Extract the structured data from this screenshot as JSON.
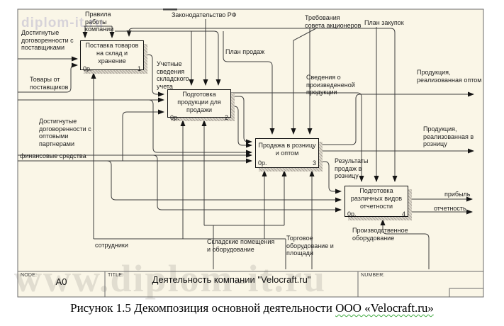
{
  "watermarks": {
    "small": "diplom-it.ru",
    "large": "www.diplom-it.ru"
  },
  "activities": [
    {
      "name": "Поставка товаров на склад и хранение",
      "cost": "0р.",
      "number": "1"
    },
    {
      "name": "Подготовка продукции для продажи",
      "cost": "0р.",
      "number": "2"
    },
    {
      "name": "Продажа в розницу и оптом",
      "cost": "0р.",
      "number": "3"
    },
    {
      "name": "Подготовка различных видов отчетности",
      "cost": "0р.",
      "number": "4"
    }
  ],
  "controls": {
    "rules": "Правила работы компании",
    "law": "Законодательство РФ",
    "board": "Требования совета акционеров",
    "procurement": "План закупок",
    "sales_plan": "План продаж"
  },
  "inputs": {
    "supplier_agreements": "Достигнутые договоренности с поставщиками",
    "supplier_goods": "Товары от поставщиков",
    "wholesale_agreements": "Достигнутые договоренности с оптовыми партнерами",
    "finances": "финансовые средства"
  },
  "outputs": {
    "warehouse_records": "Учетные сведения складского учета",
    "produced_info": "Сведения о произведененой продукции",
    "wholesale": "Продукция, реализованная оптом",
    "retail": "Продукция, реализованная в розницу",
    "retail_results": "Результаты продаж в розницу",
    "profit": "прибыль",
    "reporting": "отчетность"
  },
  "mechanisms": {
    "staff": "сотрудники",
    "warehouse_facilities": "Складские помещения и оборудование",
    "trade_equipment": "Торговое оборудование и площади",
    "production_equipment": "Производственное оборудование"
  },
  "title_bar": {
    "node_label": "NODE:",
    "node_value": "A0",
    "title_label": "TITLE:",
    "title_value": "Деятельность компании \"Velocraft.ru\"",
    "number_label": "NUMBER:"
  },
  "caption": {
    "prefix": "Рисунок 1.5 Декомпозиция основной деятельности ",
    "highlight": "ООО «Velocraft.ru»"
  }
}
